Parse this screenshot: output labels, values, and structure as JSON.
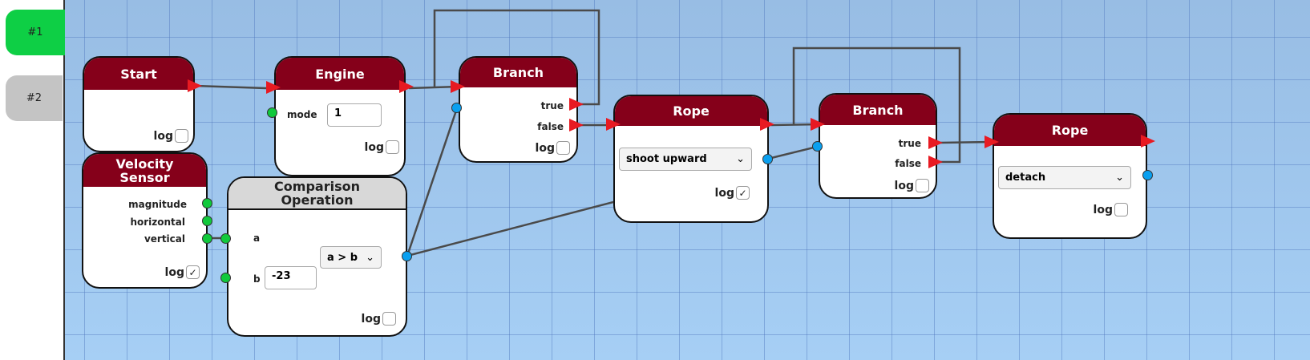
{
  "tabs": [
    {
      "label": "#1",
      "active": true,
      "color": "#0ecf45"
    },
    {
      "label": "#2",
      "active": false,
      "color": "#c4c4c4"
    }
  ],
  "nodes": {
    "start": {
      "title": "Start",
      "log_label": "log",
      "log_checked": false
    },
    "engine": {
      "title": "Engine",
      "mode_label": "mode",
      "mode_value": "1",
      "log_label": "log",
      "log_checked": false
    },
    "branch1": {
      "title": "Branch",
      "true_label": "true",
      "false_label": "false",
      "log_label": "log",
      "log_checked": false
    },
    "rope1": {
      "title": "Rope",
      "action": "shoot upward",
      "log_label": "log",
      "log_checked": true
    },
    "branch2": {
      "title": "Branch",
      "true_label": "true",
      "false_label": "false",
      "log_label": "log",
      "log_checked": false
    },
    "rope2": {
      "title": "Rope",
      "action": "detach",
      "log_label": "log",
      "log_checked": false
    },
    "velocity": {
      "title": "Velocity Sensor",
      "outputs": [
        "magnitude",
        "horizontal",
        "vertical"
      ],
      "log_label": "log",
      "log_checked": true
    },
    "comparison": {
      "title": "Comparison Operation",
      "a_label": "a",
      "b_label": "b",
      "b_value": "-23",
      "operator": "a > b",
      "log_label": "log",
      "log_checked": false
    }
  },
  "icons": {
    "check": "✓",
    "chevron": "⌄"
  },
  "colors": {
    "header": "#85001a",
    "exec_arrow": "#e81a22",
    "data_port_green": "#10c93c",
    "data_port_blue": "#0aa0f0"
  }
}
